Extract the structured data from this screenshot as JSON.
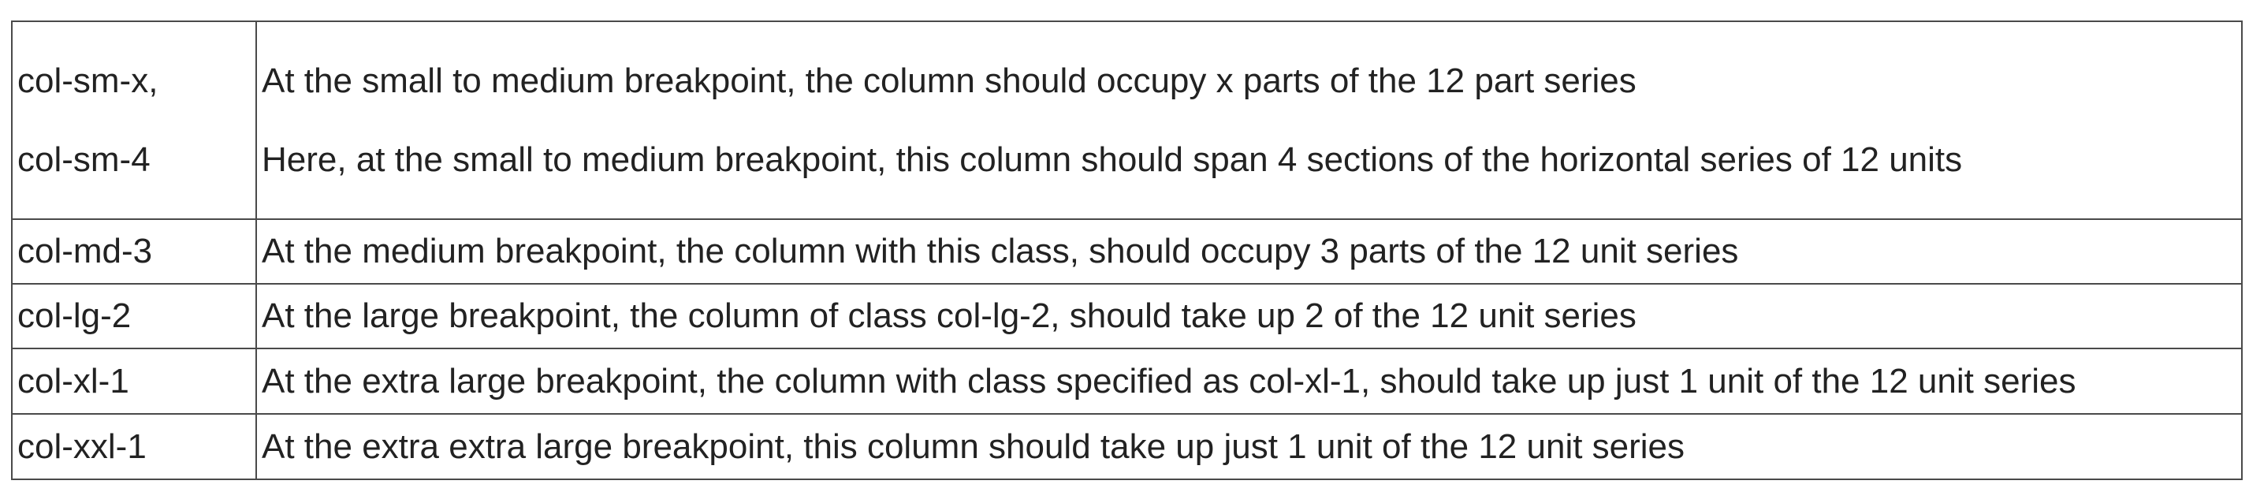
{
  "table": {
    "rows": [
      {
        "class_lines": [
          "col-sm-x,",
          "col-sm-4"
        ],
        "description_lines": [
          "At the small to medium breakpoint, the column should occupy x parts of the 12 part series",
          "Here, at the small to medium breakpoint, this column should span 4 sections of the horizontal series of 12 units"
        ]
      },
      {
        "class_name": "col-md-3",
        "description": "At the medium breakpoint, the column with this class, should occupy 3 parts of the 12 unit series"
      },
      {
        "class_name": "col-lg-2",
        "description": "At the large breakpoint, the column of class col-lg-2, should take up 2 of the 12 unit series"
      },
      {
        "class_name": "col-xl-1",
        "description": "At the extra large breakpoint, the column with class specified as col-xl-1, should take up just 1 unit of the 12 unit series"
      },
      {
        "class_name": "col-xxl-1",
        "description": "At the extra extra large breakpoint, this column should take up just 1 unit of the 12 unit series"
      }
    ]
  }
}
